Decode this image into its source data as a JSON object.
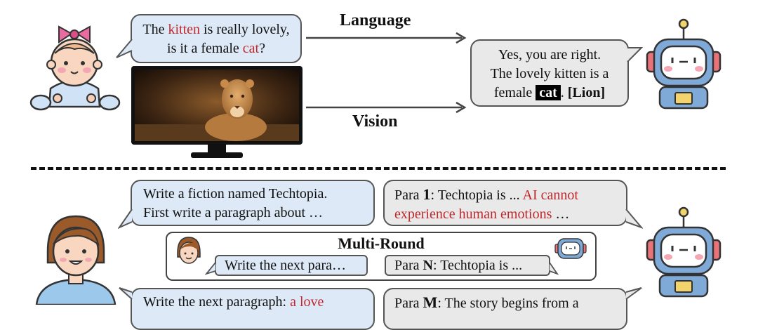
{
  "top": {
    "baby_question": {
      "p1": "The ",
      "w1": "kitten",
      "p2": " is really lovely, is it a female ",
      "w2": "cat",
      "p3": "?"
    },
    "language_label": "Language",
    "vision_label": "Vision",
    "robot_answer": {
      "line1": "Yes, you are right.",
      "line2": "The lovely kitten is a",
      "p3": "female ",
      "hl": "cat",
      "p4": ". ",
      "lion": "[Lion]"
    }
  },
  "bottom": {
    "user_prompt": {
      "line1": "Write a fiction named Techtopia.",
      "line2": "First write a paragraph about …"
    },
    "para1": {
      "pre": "Para ",
      "num": "1",
      "mid": ": Techtopia is ... ",
      "red": "AI cannot experience human emotions",
      "post": " …"
    },
    "multi_round": {
      "title": "Multi-Round",
      "user": "Write the next para…",
      "robot_pre": "Para ",
      "robot_num": "N",
      "robot_post": ":  Techtopia is ..."
    },
    "next_prompt": {
      "pre": "Write the next paragraph: ",
      "red": "a love"
    },
    "paraM": {
      "pre": "Para ",
      "num": "M",
      "post": ": The story begins from a"
    }
  },
  "colors": {
    "bubble_blue": "#dde9f7",
    "bubble_gray": "#e9e9e9",
    "highlight_red": "#c0282d",
    "robot_blue": "#7fa9d6"
  }
}
